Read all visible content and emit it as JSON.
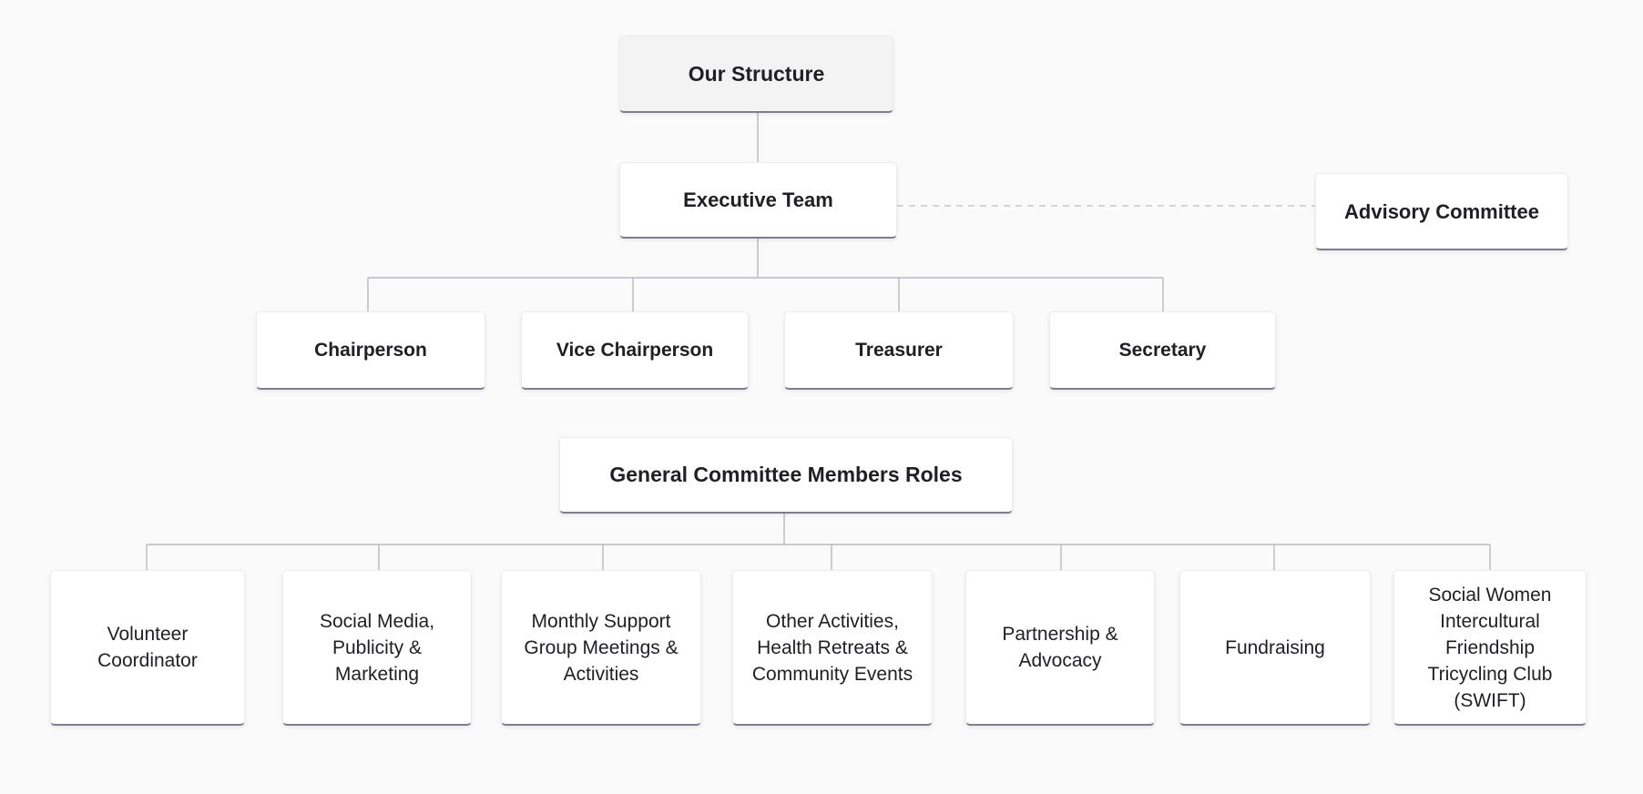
{
  "chart": {
    "root": "Our Structure",
    "executive": "Executive Team",
    "advisory": "Advisory Committee",
    "officers": [
      "Chairperson",
      "Vice Chairperson",
      "Treasurer",
      "Secretary"
    ],
    "general": "General Committee Members Roles",
    "roles": [
      "Volunteer\nCoordinator",
      "Social Media,\nPublicity &\nMarketing",
      "Monthly Support\nGroup Meetings &\nActivities",
      "Other Activities,\nHealth Retreats &\nCommunity Events",
      "Partnership &\nAdvocacy",
      "Fundraising",
      "Social Women\nIntercultural\nFriendship\nTricycling Club\n(SWIFT)"
    ]
  },
  "colors": {
    "background": "#fafafa",
    "node": "#ffffff",
    "root_node": "#f3f3f3",
    "connector": "#b9b9bf"
  }
}
